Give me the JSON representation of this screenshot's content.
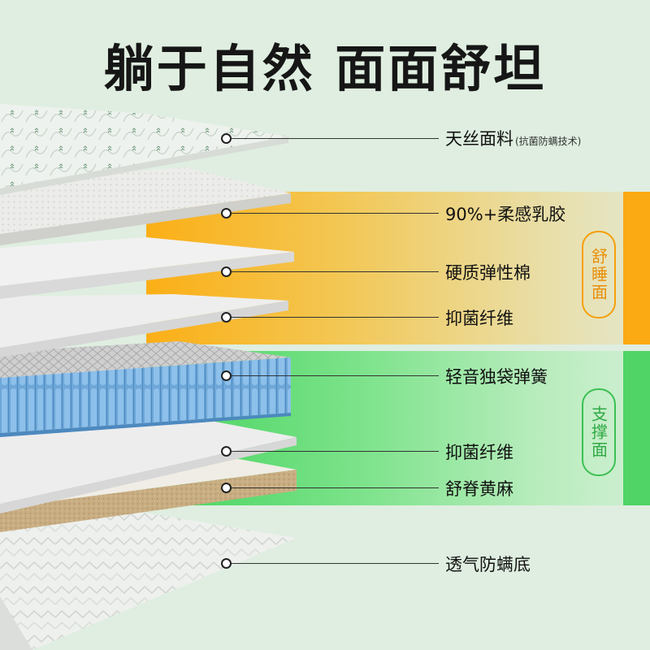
{
  "title": "躺于自然 面面舒坦",
  "zones": {
    "comfort": "舒睡面",
    "support": "支撑面"
  },
  "layers": [
    {
      "name": "天丝面料",
      "note": "(抗菌防螨技术)"
    },
    {
      "name": "90%+柔感乳胶",
      "note": ""
    },
    {
      "name": "硬质弹性棉",
      "note": ""
    },
    {
      "name": "抑菌纤维",
      "note": ""
    },
    {
      "name": "轻音独袋弹簧",
      "note": ""
    },
    {
      "name": "抑菌纤维",
      "note": ""
    },
    {
      "name": "舒脊黄麻",
      "note": ""
    },
    {
      "name": "透气防螨底",
      "note": ""
    }
  ],
  "colors": {
    "comfort_accent": "#fbaa14",
    "support_accent": "#4fd465",
    "background": "#dfeee0"
  }
}
